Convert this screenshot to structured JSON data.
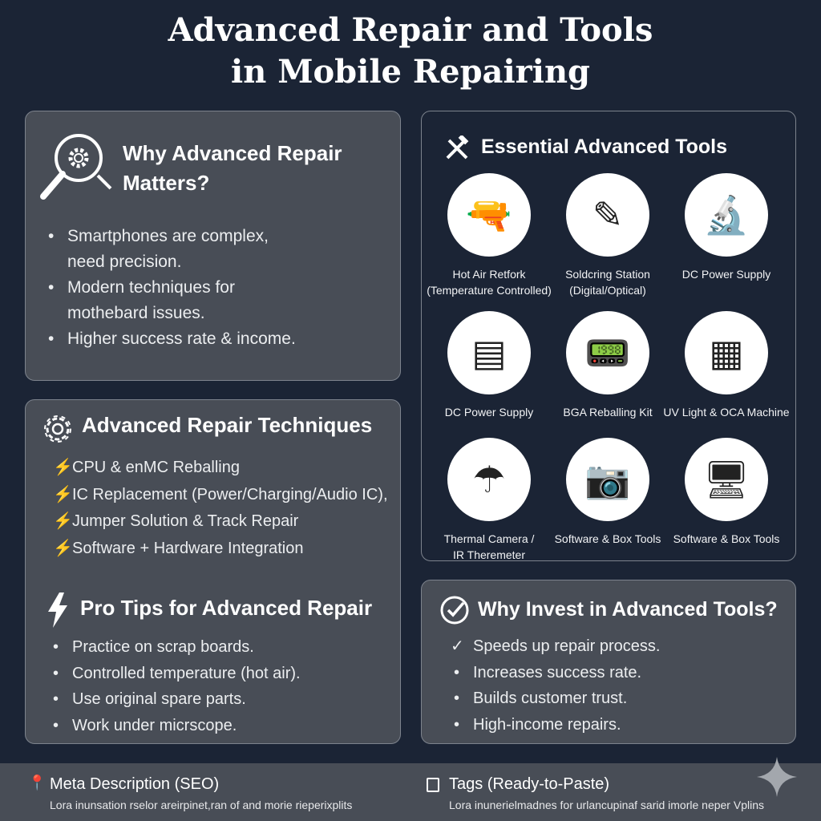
{
  "title_line1": "Advanced Repair and Tools",
  "title_line2": "in Mobile Repairing",
  "why": {
    "heading_line1": "Why Advanced Repair",
    "heading_line2": "Matters?",
    "items": [
      "Smartphones are complex,\nneed precision.",
      "Modern techniques for\nmothebard issues.",
      "Higher success rate & income."
    ]
  },
  "techniques": {
    "heading": "Advanced Repair Techniques",
    "items": [
      "CPU & enMC Reballing",
      "IC Replacement (Power/Charging/Audio IC),",
      "Jumper Solution & Track Repair",
      "Software + Hardware Integration"
    ]
  },
  "tips": {
    "heading": "Pro Tips for Advanced Repair",
    "items": [
      "Practice on scrap boards.",
      "Controlled temperature (hot air).",
      "Use original spare parts.",
      "Work under micrscope."
    ]
  },
  "tools": {
    "heading": "Essential Advanced Tools",
    "items": [
      {
        "label": "Hot Air Retfork\n(Temperature Controlled)",
        "icon": "hot-air-gun-icon"
      },
      {
        "label": "Soldcring Station\n(Digital/Optical)",
        "icon": "soldering-iron-icon"
      },
      {
        "label": "DC Power Supply",
        "icon": "microscope-icon"
      },
      {
        "label": "DC Power Supply",
        "icon": "power-supply-icon"
      },
      {
        "label": "BGA Reballing Kit",
        "icon": "multimeter-icon"
      },
      {
        "label": "UV Light & OCA Machine",
        "icon": "tester-icon"
      },
      {
        "label": "Thermal Camera /\nIR Theremeter",
        "icon": "thermal-camera-icon"
      },
      {
        "label": "Software & Box Tools",
        "icon": "camera-icon"
      },
      {
        "label": "Software & Box Tools",
        "icon": "computer-icon"
      }
    ]
  },
  "invest": {
    "heading": "Why Invest in Advanced Tools?",
    "items": [
      "Speeds up repair process.",
      "Increases success rate.",
      "Builds customer trust.",
      "High-income repairs."
    ]
  },
  "footer": {
    "meta_heading": "Meta Description (SEO)",
    "meta_text": "Lora inunsation rselor areirpinet,ran of and morie rieperixplits",
    "tags_heading": "Tags (Ready-to-Paste)",
    "tags_text": "Lora inunerielmadnes for urlancupinaf sarid imorle neper Vplins"
  }
}
